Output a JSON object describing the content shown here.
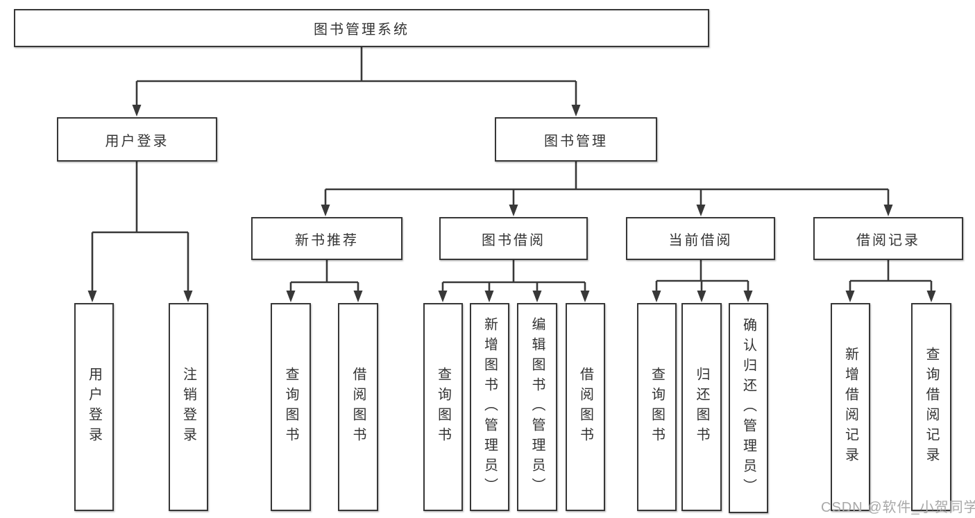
{
  "tree": {
    "label": "图书管理系统",
    "children": [
      {
        "label": "用户登录",
        "children": [
          {
            "label": "用户登录"
          },
          {
            "label": "注销登录"
          }
        ]
      },
      {
        "label": "图书管理",
        "children": [
          {
            "label": "新书推荐",
            "children": [
              {
                "label": "查询图书"
              },
              {
                "label": "借阅图书"
              }
            ]
          },
          {
            "label": "图书借阅",
            "children": [
              {
                "label": "查询图书"
              },
              {
                "label": "新增图书（管理员）"
              },
              {
                "label": "编辑图书（管理员）"
              },
              {
                "label": "借阅图书"
              }
            ]
          },
          {
            "label": "当前借阅",
            "children": [
              {
                "label": "查询图书"
              },
              {
                "label": "归还图书"
              },
              {
                "label": "确认归还（管理员）"
              }
            ]
          },
          {
            "label": "借阅记录",
            "children": [
              {
                "label": "新增借阅记录"
              },
              {
                "label": "查询借阅记录"
              }
            ]
          }
        ]
      }
    ]
  },
  "watermark": "CSDN @软件_小贺同学",
  "colors": {
    "line": "#383838",
    "node_border": "#363636",
    "text": "#333333",
    "watermark": "#a8a8a8",
    "background": "#ffffff"
  }
}
